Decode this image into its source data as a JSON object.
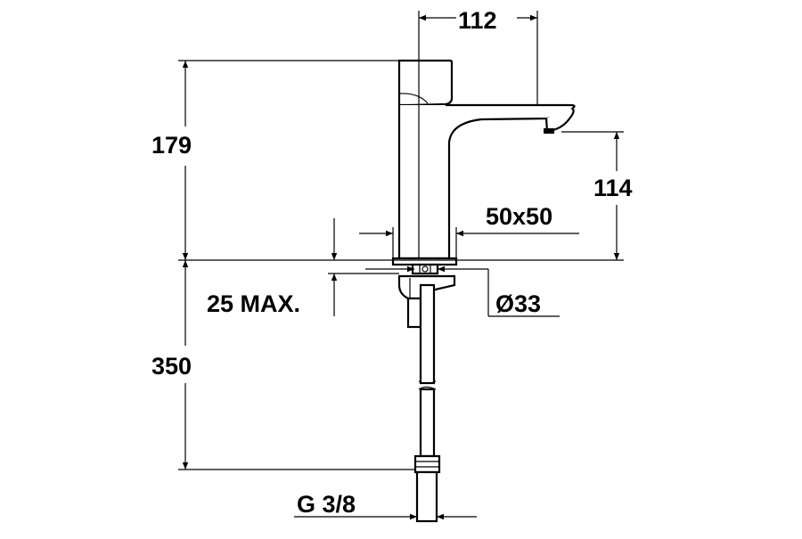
{
  "dimensions": {
    "width_top": "112",
    "total_height": "179",
    "spout_height": "114",
    "base_size": "50x50",
    "max_thickness": "25 MAX.",
    "hole_diameter": "Ø33",
    "hose_length": "350",
    "thread": "G 3/8"
  }
}
